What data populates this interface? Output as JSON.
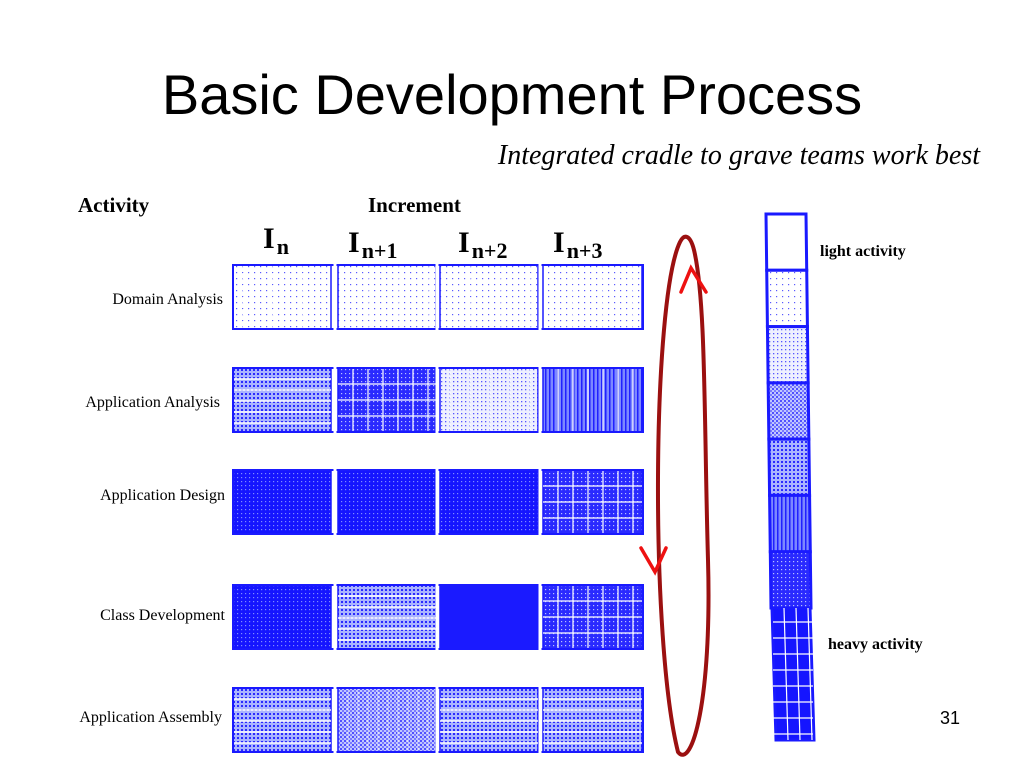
{
  "title": "Basic Development Process",
  "subtitle": "Integrated cradle to grave teams work best",
  "headers": {
    "activity": "Activity",
    "increment": "Increment"
  },
  "increments": [
    {
      "base": "I",
      "sub": "n"
    },
    {
      "base": "I",
      "sub": "n+1"
    },
    {
      "base": "I",
      "sub": "n+2"
    },
    {
      "base": "I",
      "sub": "n+3"
    }
  ],
  "activities": [
    {
      "label": "Domain Analysis",
      "intensities": [
        1,
        1,
        1,
        1
      ]
    },
    {
      "label": "Application Analysis",
      "intensities": [
        4,
        6,
        2,
        5
      ]
    },
    {
      "label": "Application Design",
      "intensities": [
        7,
        7,
        7,
        6
      ]
    },
    {
      "label": "Class Development",
      "intensities": [
        7,
        4,
        8,
        6
      ]
    },
    {
      "label": "Application Assembly",
      "intensities": [
        4,
        3,
        4,
        4
      ]
    }
  ],
  "legend": {
    "light_label": "light activity",
    "heavy_label": "heavy activity",
    "levels": [
      0,
      1,
      2,
      3,
      4,
      5,
      6
    ]
  },
  "colors": {
    "accent": "#1a1aff",
    "cycle": "#9b1010",
    "arrow": "#ee1111"
  },
  "page_number": "31"
}
